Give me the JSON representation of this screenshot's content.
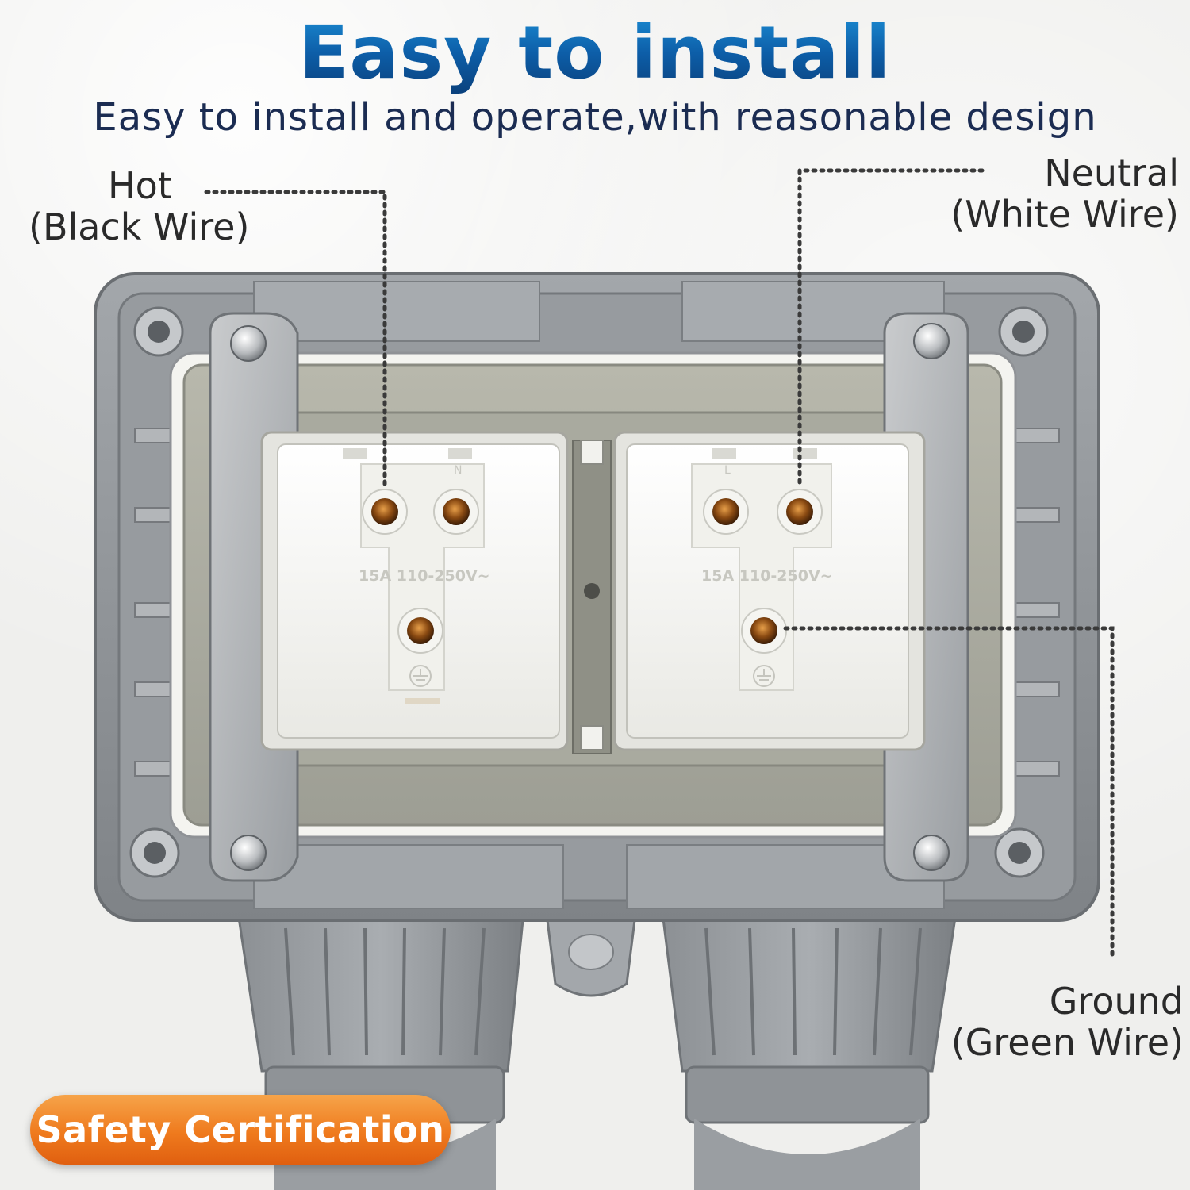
{
  "header": {
    "title": "Easy to install",
    "subtitle": "Easy to install and operate,with reasonable design"
  },
  "callouts": {
    "hot": {
      "line1": "Hot",
      "line2": "(Black Wire)"
    },
    "neutral": {
      "line1": "Neutral",
      "line2": "(White Wire)"
    },
    "ground": {
      "line1": "Ground",
      "line2": "(Green Wire)"
    }
  },
  "sockets": {
    "left": {
      "rating": "15A 110-250V~",
      "pin_label_n": "N"
    },
    "right": {
      "rating": "15A 110-250V~",
      "pin_label_l": "L"
    }
  },
  "badge": {
    "label": "Safety Certification"
  },
  "colors": {
    "title_blue": "#0d5ea8",
    "subtitle_navy": "#1b2c52",
    "badge_orange": "#ef7a1d",
    "housing_gray": "#8e9296",
    "socket_white": "#f7f7f4"
  }
}
